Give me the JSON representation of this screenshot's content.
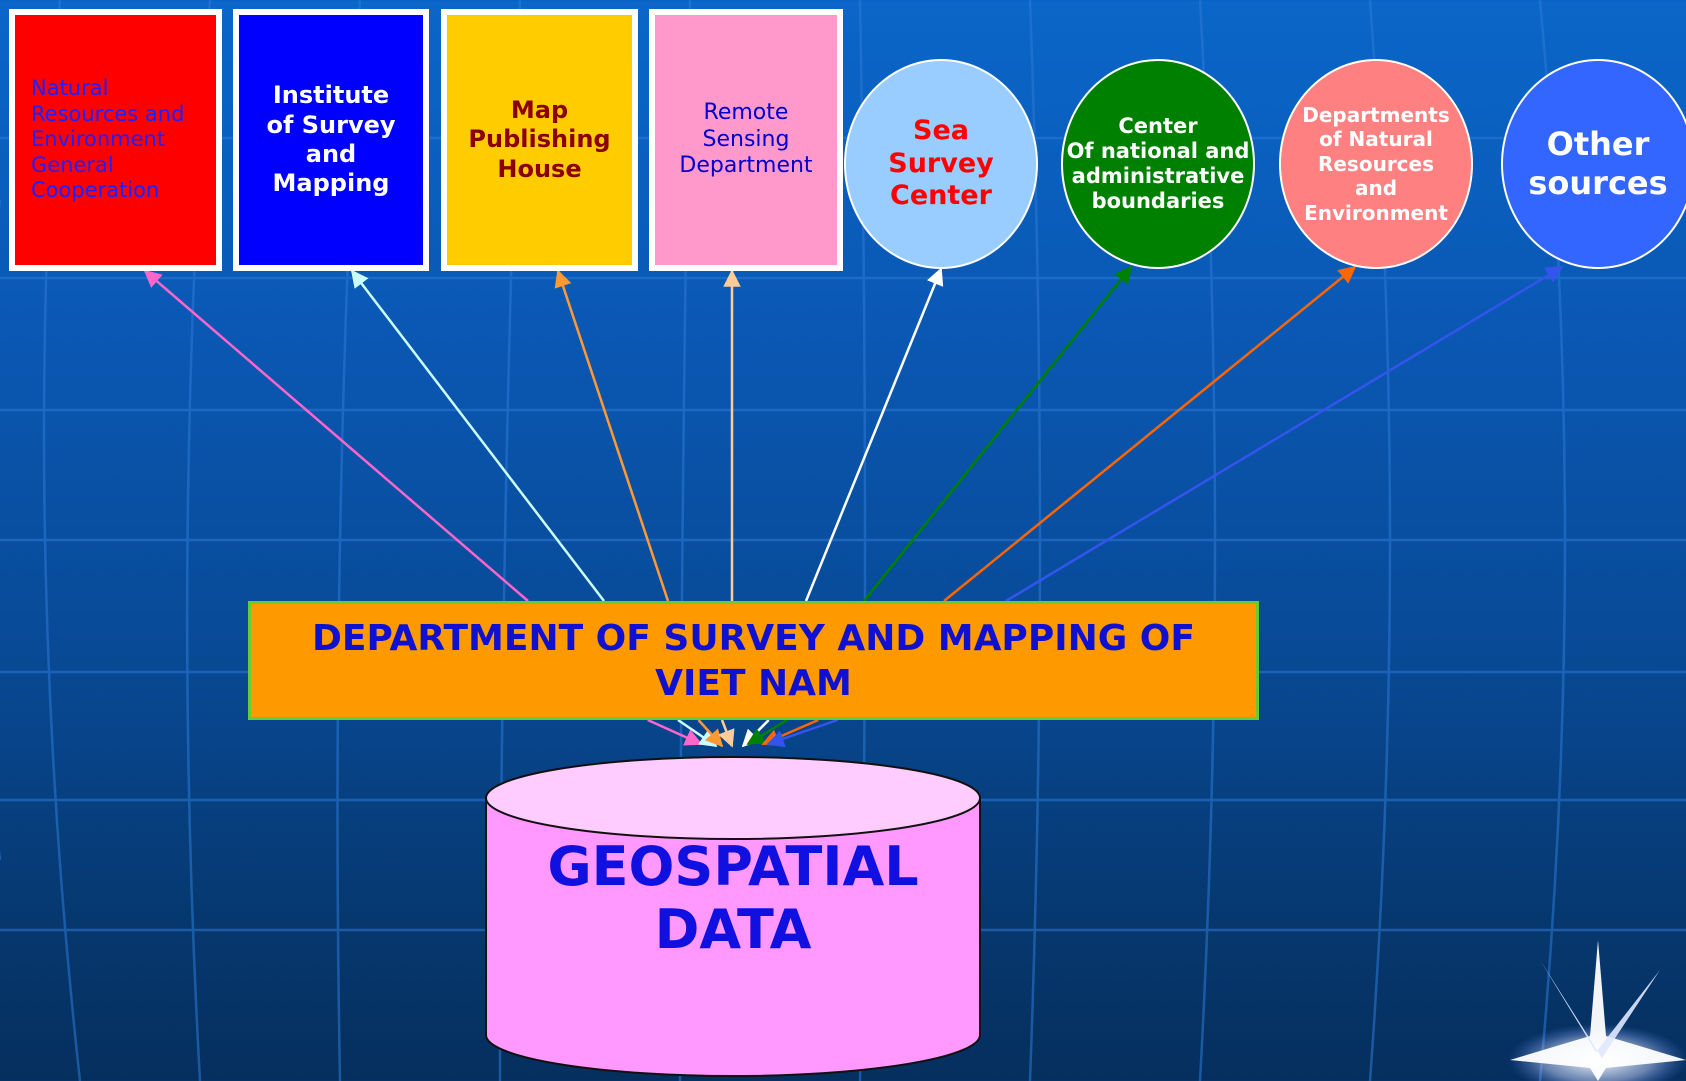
{
  "diagram": {
    "sources": [
      {
        "id": "natural-resources-general",
        "label": "Natural\nResources and\nEnvironment\nGeneral\nCooperation",
        "shape": "rectangle",
        "fill": "#ff0000",
        "text_color": "#2020ff",
        "arrow_color": "#ff66cc"
      },
      {
        "id": "institute-survey-mapping",
        "label": "Institute\nof Survey\nand\nMapping",
        "shape": "rectangle",
        "fill": "#0000ff",
        "text_color": "#ffffff",
        "arrow_color": "#ccffff"
      },
      {
        "id": "map-publishing-house",
        "label": "Map\nPublishing\nHouse",
        "shape": "rectangle",
        "fill": "#ffcc00",
        "text_color": "#8b0000",
        "arrow_color": "#ff9933"
      },
      {
        "id": "remote-sensing",
        "label": "Remote\nSensing\nDepartment",
        "shape": "rectangle",
        "fill": "#ff99cc",
        "text_color": "#0000cc",
        "arrow_color": "#ffcc99"
      },
      {
        "id": "sea-survey-center",
        "label": "Sea\nSurvey\nCenter",
        "shape": "circle",
        "fill": "#99ccff",
        "text_color": "#ff0000",
        "arrow_color": "#ffffff"
      },
      {
        "id": "center-boundaries",
        "label": "Center\nOf national and\nadministrative\nboundaries",
        "shape": "circle",
        "fill": "#008000",
        "text_color": "#ffffff",
        "arrow_color": "#008000"
      },
      {
        "id": "departments-nre",
        "label": "Departments\nof Natural\nResources\nand\nEnvironment",
        "shape": "circle",
        "fill": "#ff8080",
        "text_color": "#ffffff",
        "arrow_color": "#ff6600"
      },
      {
        "id": "other-sources",
        "label": "Other\nsources",
        "shape": "circle",
        "fill": "#3366ff",
        "text_color": "#ffffff",
        "arrow_color": "#3355ee"
      }
    ],
    "department": {
      "label": "DEPARTMENT OF SURVEY AND MAPPING OF\nVIET NAM",
      "fill": "#ff9900",
      "border": "#66cc33",
      "text_color": "#1010d0"
    },
    "database": {
      "label": "GEOSPATIAL\nDATA",
      "fill": "#ff99ff",
      "top_fill": "#ffccff",
      "text_color": "#1010e0"
    },
    "background": {
      "top": "#0a66c8",
      "bottom": "#052f5e"
    }
  }
}
